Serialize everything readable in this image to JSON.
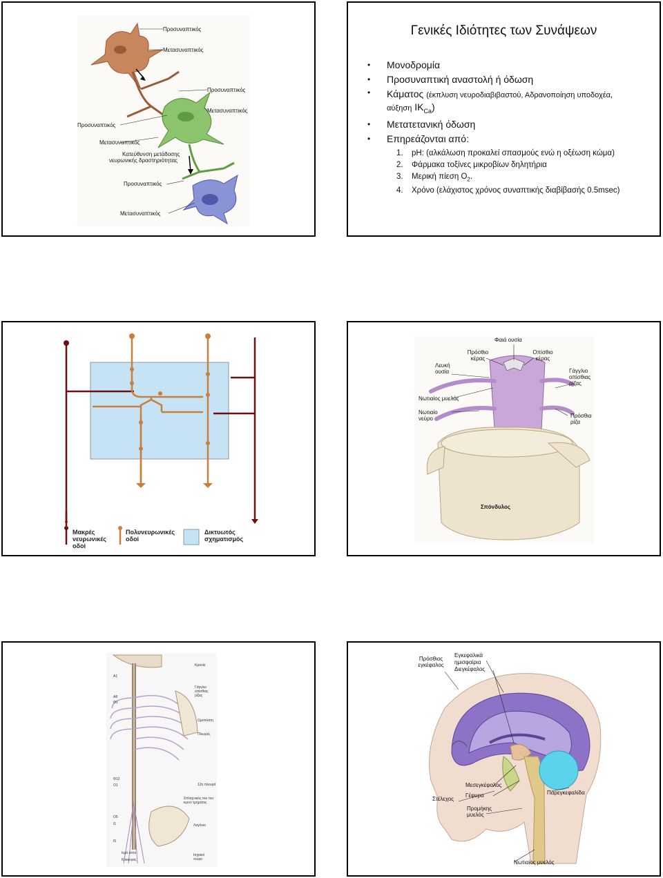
{
  "slide1": {
    "labels": {
      "presynaptic_1": "Προσυναπτικός",
      "postsynaptic_1": "Μετασυναπτικός",
      "presynaptic_2": "Προσυναπτικός",
      "postsynaptic_2": "Μετασυναπτικός",
      "presynaptic_left": "Προσυναπτικός",
      "postsynaptic_left": "Μετασυναπτικός",
      "direction_line1": "Κατεύθυνση μετάδοσης",
      "direction_line2": "νευρωνικής δραστηριότητας",
      "presynaptic_3": "Προσυναπτικός",
      "postsynaptic_bottom": "Μετασυναπτικός"
    }
  },
  "slide2": {
    "title": "Γενικές Ιδιότητες των Συνάψεων",
    "bullets": {
      "b1": "Μονοδρομία",
      "b2": "Προσυναπτική αναστολή ή όδωση",
      "b3_main": "Κάματος",
      "b3_detail": "(έκπλυση νευροδιαβιβαστού, Αδρανοποίηση υποδοχέα,",
      "b3_detail2": "αύξηση",
      "b3_ik": "IK",
      "b3_sub": "Ca",
      "b4": "Μετατετανική όδωση",
      "b5": "Επηρεάζονται από:"
    },
    "numbered": [
      {
        "num": "1.",
        "text": "pH: (αλκάλωση προκαλεί σπασμούς ενώ η οξέωση κώμα)"
      },
      {
        "num": "2.",
        "text": "Φάρμακα τοξίνες μικροβίων δηλητήρια"
      },
      {
        "num": "3.",
        "text": "Μερική πίεση O",
        "sub": "2",
        "tail": "."
      },
      {
        "num": "4.",
        "text": "Χρόνο (ελάχιστος χρόνος συναπτικής διαβίβασής 0.5msec)"
      }
    ]
  },
  "slide3": {
    "legend": {
      "long": "Μακρές νευρωνικές οδοί",
      "poly": "Πολυνευρωνικές οδοί",
      "reticular": "Δικτυωτός σχηματισμός"
    },
    "colors": {
      "long": "#6b0f12",
      "poly": "#c6803c",
      "reticular": "#c6e3f5"
    }
  },
  "slide4": {
    "labels": {
      "grey": "Φαιά ουσία",
      "anterior_horn": "Πρόσθιο κέρας",
      "posterior_horn": "Οπίσθιο κέρας",
      "white": "Λευκή ουσία",
      "ganglion": "Γάγγλιο οπίσθιας ρίζας",
      "cord": "Νωτιαίος μυελός",
      "nerve": "Νωτιαίο νεύρο",
      "anterior_root": "Πρόσθια ρίζα",
      "vertebra": "Σπόνδυλος"
    }
  },
  "slide5": {
    "tiny_labels": {
      "a1": "A1",
      "a8": "A8",
      "b1": "Θ1",
      "b12": "Θ12",
      "o1": "Ο1",
      "o5": "Ο5",
      "i1": "Ι1",
      "i5": "Ι5",
      "skull": "Κρανίο",
      "ganglion": "Γάγγλιο οπίσθιας ρίζας",
      "scapula": "Ωμοπλάτη",
      "ribs": "Πλευρές",
      "rib12": "12η πλευρά",
      "cauda": "Σπλαχνικός του του ιερού τμήματος",
      "ilium": "Λαγόνιο",
      "sacral": "Ιερό οστό",
      "coccyx": "Κόκκυγας",
      "sciatic": "Ισχιακό νεύρο"
    }
  },
  "slide6": {
    "labels": {
      "forebrain": "Πρόσθιος εγκέφαλος",
      "cerebral_1": "Εγκεφαλικά",
      "cerebral_2": "ημισφαίρια",
      "diencephalon": "Διεγκέφαλος",
      "midbrain": "Μεσεγκέφαλος",
      "pons": "Γέφυρα",
      "brainstem": "Στέλεχος",
      "medulla_1": "Προμήκης",
      "medulla_2": "μυελός",
      "cerebellum": "Παρεγκεφαλίδα",
      "spinal": "Νωτιαίος μυελός"
    }
  }
}
